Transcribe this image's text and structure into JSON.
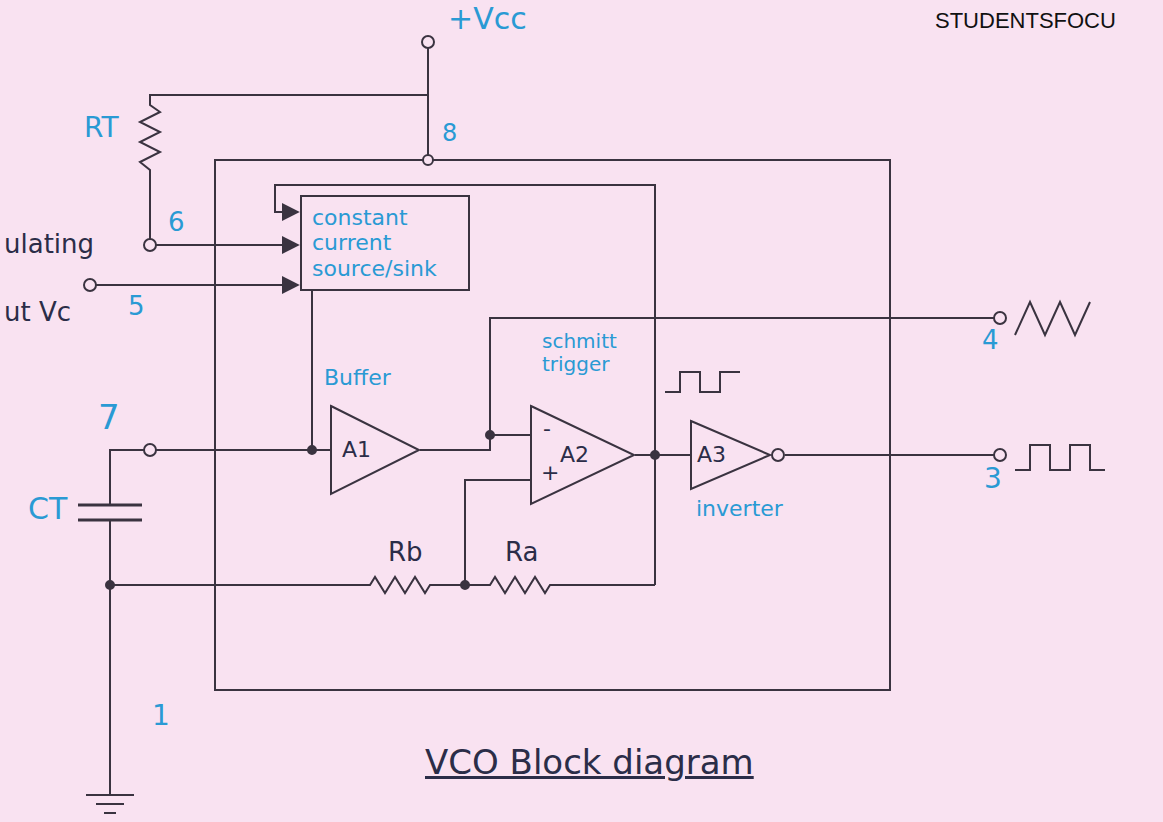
{
  "diagram": {
    "caption": "VCO Block diagram",
    "nodes": [
      {
        "text": [
          "constant current source/sink"
        ]
      },
      {
        "text": [
          "Buffer",
          "A1"
        ]
      },
      {
        "text": [
          "schmitt trigger",
          "A2"
        ]
      },
      {
        "text": [
          "A3",
          "inverter"
        ]
      }
    ],
    "edges": [
      {
        "from": 0,
        "to": 1,
        "arrow": "none"
      },
      {
        "from": 1,
        "to": 2,
        "arrow": "none"
      },
      {
        "from": 2,
        "to": 3,
        "arrow": "none"
      }
    ],
    "labels": [
      "STUDENTSFOCU",
      "+Vcc",
      "8",
      "RT",
      "ulating",
      "6",
      "ut Vc",
      "5",
      "4",
      "7",
      "-",
      "+",
      "3",
      "CT",
      "Rb",
      "Ra",
      "1"
    ]
  }
}
